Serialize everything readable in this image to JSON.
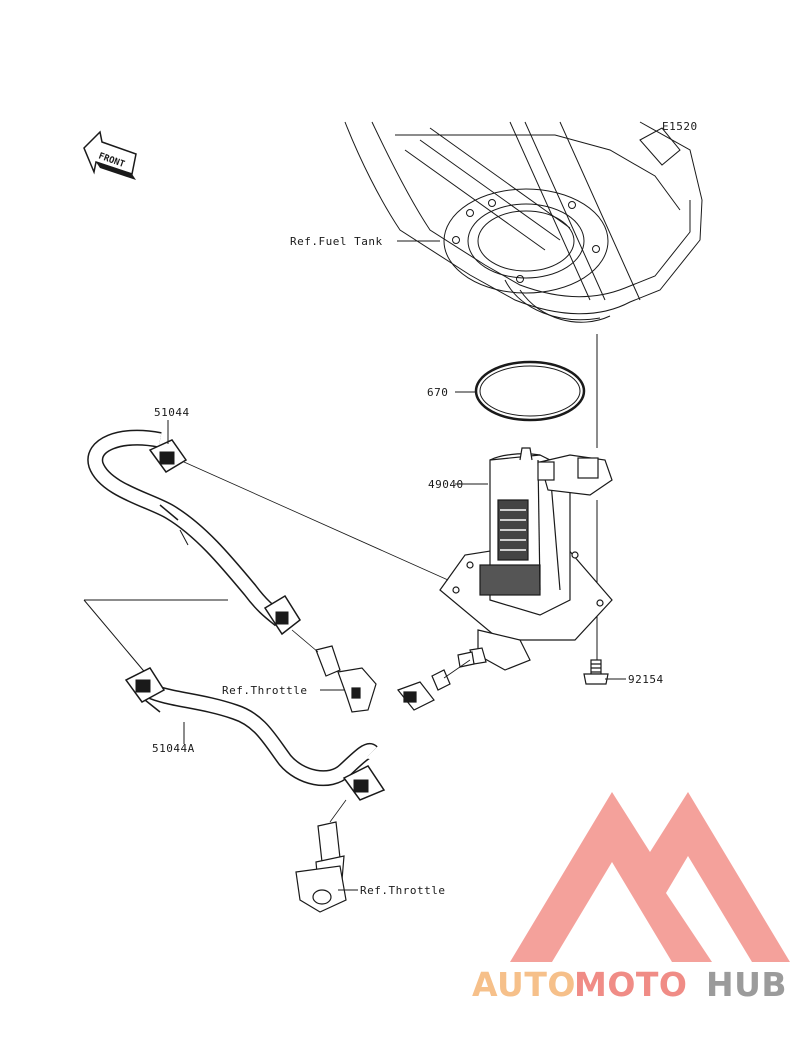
{
  "diagram": {
    "code": "E1520",
    "front_label": "FRONT",
    "labels": {
      "fuel_tank": "Ref.Fuel Tank",
      "o_ring": "670",
      "hose_upper": "51044",
      "pump": "49040",
      "throttle_upper": "Ref.Throttle",
      "bolt": "92154",
      "hose_lower": "51044A",
      "throttle_lower": "Ref.Throttle"
    }
  },
  "watermark": {
    "brand_auto": "AUTO",
    "brand_moto": "MOTO",
    "brand_hub": "HUB",
    "colors": {
      "auto": "#f6c08a",
      "moto": "#f08c86",
      "hub": "#9b9b9b",
      "logo": "#f2908a"
    }
  }
}
